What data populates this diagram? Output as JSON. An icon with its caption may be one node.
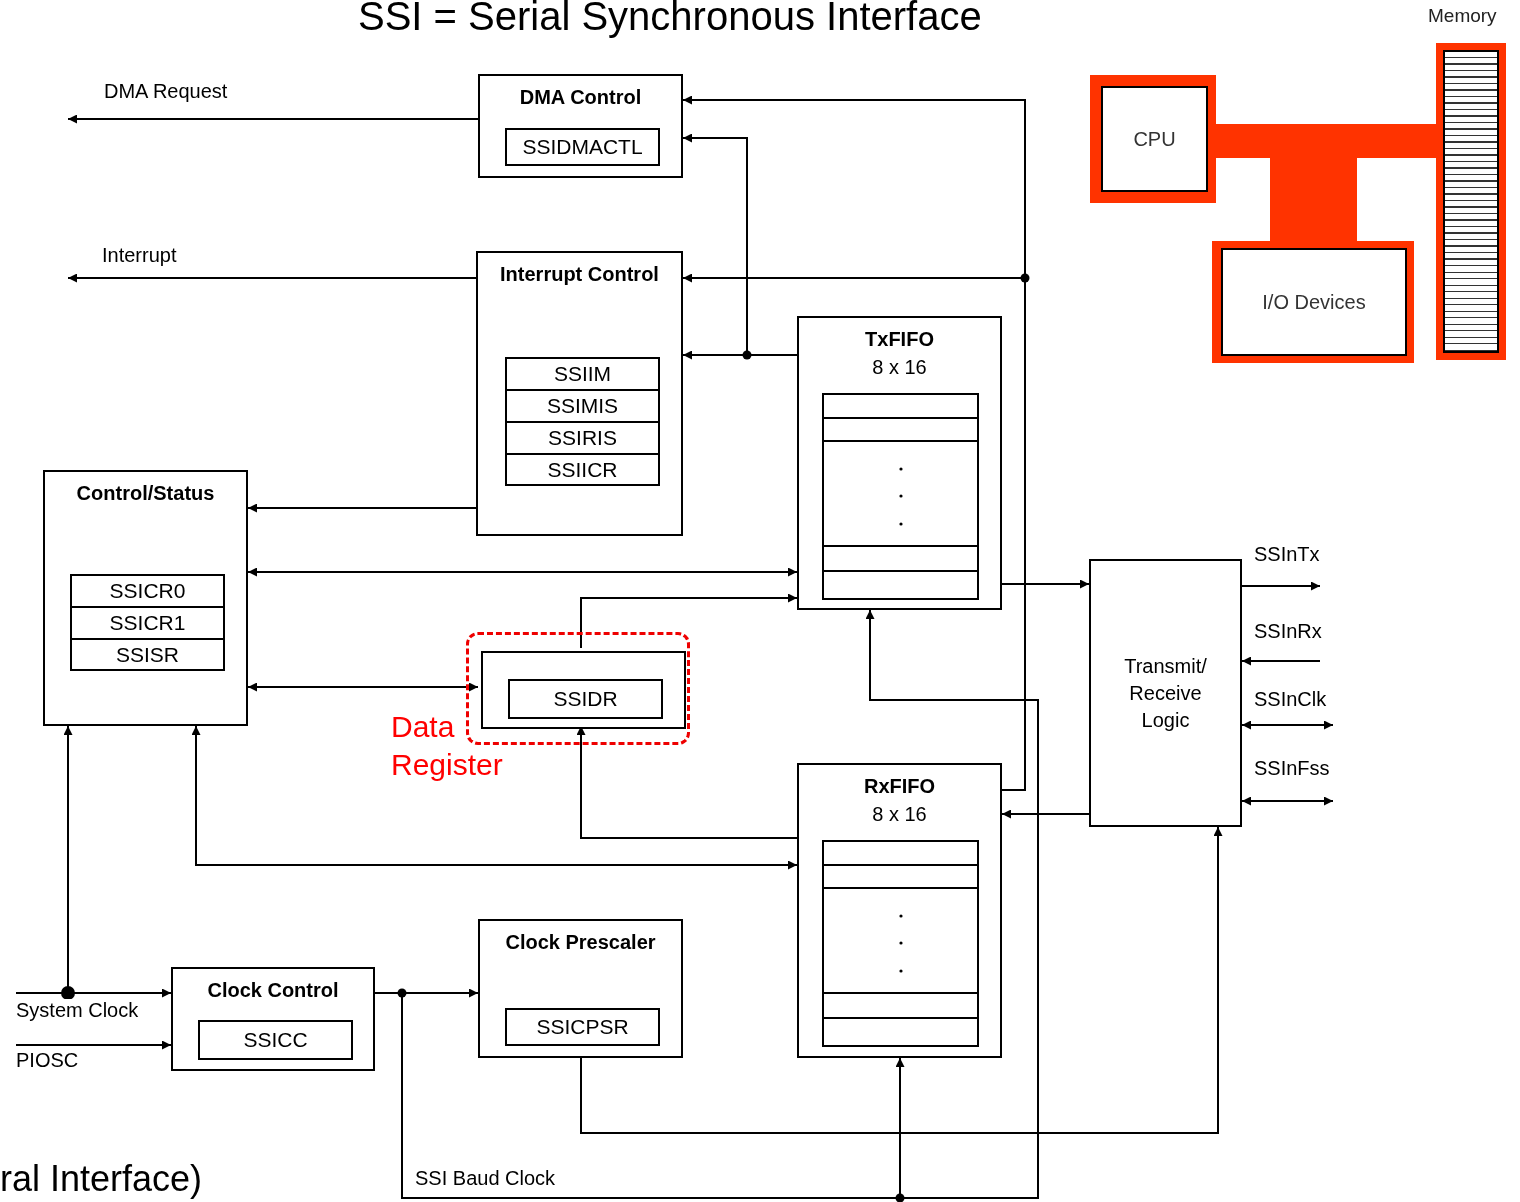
{
  "diagram": {
    "title": "SSI = Serial Synchronous Interface",
    "nodes": [
      {
        "text": [
          "DMA Control"
        ]
      },
      {
        "text": [
          "SSIDMACTL"
        ],
        "in": 0
      },
      {
        "text": [
          "Interrupt Control"
        ]
      },
      {
        "text": [
          "SSIIM"
        ],
        "in": 2
      },
      {
        "text": [
          "SSIMIS"
        ],
        "in": 2
      },
      {
        "text": [
          "SSIRIS"
        ],
        "in": 2
      },
      {
        "text": [
          "SSIICR"
        ],
        "in": 2
      },
      {
        "text": [
          "Control/Status"
        ]
      },
      {
        "text": [
          "SSICR0"
        ],
        "in": 7
      },
      {
        "text": [
          "SSICR1"
        ],
        "in": 7
      },
      {
        "text": [
          "SSISR"
        ],
        "in": 7
      },
      {
        "text": [
          "TxFIFO",
          "8 x 16"
        ]
      },
      {
        "text": [
          "Data Register"
        ]
      },
      {
        "text": [],
        "shape": "box",
        "in": 12
      },
      {
        "text": [
          "SSIDR"
        ],
        "in": 13
      },
      {
        "text": [
          "RxFIFO",
          "8 x 16"
        ]
      },
      {
        "text": [
          "Transmit/ Receive Logic"
        ]
      },
      {
        "text": [
          "Clock Control"
        ]
      },
      {
        "text": [
          "SSICC"
        ],
        "in": 17
      },
      {
        "text": [
          "Clock Prescaler"
        ]
      },
      {
        "text": [
          "SSICPSR"
        ],
        "in": 19
      },
      {
        "text": [
          "CPU"
        ]
      },
      {
        "text": [
          "I/O Devices"
        ]
      },
      {
        "text": [
          "Memory"
        ]
      }
    ],
    "edges": [
      {
        "from": 0,
        "to": null,
        "arrow": "to",
        "label": "DMA Request"
      },
      {
        "from": 2,
        "to": null,
        "arrow": "to",
        "label": "Interrupt"
      },
      {
        "from": 15,
        "to": 0,
        "arrow": "to"
      },
      {
        "from": 15,
        "to": 2,
        "arrow": "to"
      },
      {
        "from": 11,
        "to": 2,
        "arrow": "to"
      },
      {
        "from": 11,
        "to": 0,
        "arrow": "to"
      },
      {
        "from": 2,
        "to": 7,
        "arrow": "to"
      },
      {
        "from": 7,
        "to": 11,
        "arrow": "both"
      },
      {
        "from": 13,
        "to": 11,
        "arrow": "to"
      },
      {
        "from": 7,
        "to": 13,
        "arrow": "both"
      },
      {
        "from": 15,
        "to": 13,
        "arrow": "to"
      },
      {
        "from": 7,
        "to": 15,
        "arrow": "both"
      },
      {
        "from": 11,
        "to": 16,
        "arrow": "to"
      },
      {
        "from": 16,
        "to": 15,
        "arrow": "to"
      },
      {
        "from": 17,
        "to": 19,
        "arrow": "to"
      },
      {
        "from": 17,
        "to": 15,
        "arrow": "to",
        "label": "SSI Baud Clock"
      },
      {
        "from": 17,
        "to": 11,
        "arrow": "to"
      },
      {
        "from": 19,
        "to": 16,
        "arrow": "to"
      },
      {
        "from": null,
        "to": 17,
        "arrow": "to",
        "label": "System Clock"
      },
      {
        "from": null,
        "to": 7,
        "arrow": "to"
      },
      {
        "from": null,
        "to": 17,
        "arrow": "to",
        "label": "PIOSC"
      },
      {
        "from": 16,
        "to": null,
        "arrow": "to",
        "label": "SSInTx"
      },
      {
        "from": null,
        "to": 16,
        "arrow": "to",
        "label": "SSInRx"
      },
      {
        "from": 16,
        "to": null,
        "arrow": "both",
        "label": "SSInClk"
      },
      {
        "from": 16,
        "to": null,
        "arrow": "both",
        "label": "SSInFss"
      },
      {
        "from": 21,
        "to": 23,
        "arrow": "none",
        "style": "thick",
        "color": "#ff3300"
      },
      {
        "from": 22,
        "to": 23,
        "arrow": "none",
        "style": "thick",
        "color": "#ff3300"
      }
    ],
    "labels": [
      "ral Interface)"
    ]
  }
}
